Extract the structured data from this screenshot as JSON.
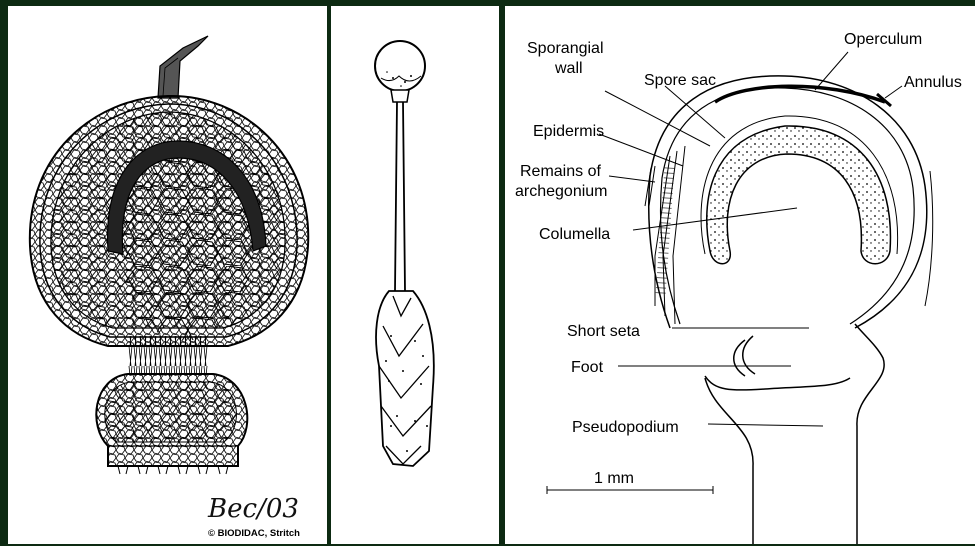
{
  "left_panel": {
    "signature": "Bec/03",
    "credit": "© BIODIDAC, Stritch"
  },
  "right_panel": {
    "labels": {
      "sporangial_wall_line1": "Sporangial",
      "sporangial_wall_line2": "wall",
      "spore_sac": "Spore sac",
      "operculum": "Operculum",
      "annulus": "Annulus",
      "epidermis": "Epidermis",
      "remains_line1": "Remains of",
      "remains_line2": "archegonium",
      "columella": "Columella",
      "short_seta": "Short seta",
      "foot": "Foot",
      "pseudopodium": "Pseudopodium",
      "scale_bar": "1 mm"
    }
  }
}
